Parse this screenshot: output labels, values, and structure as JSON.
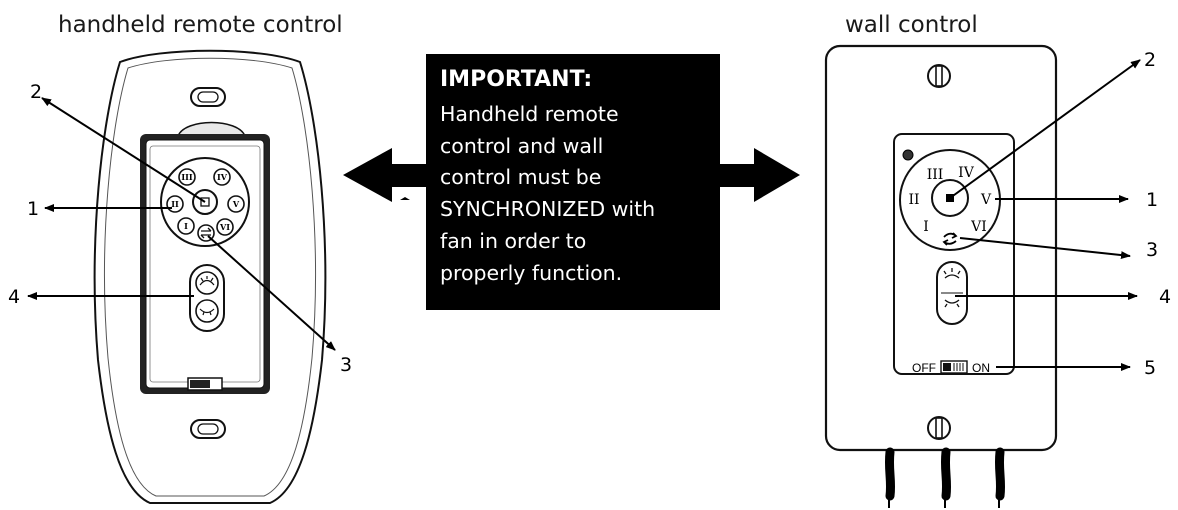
{
  "handheld": {
    "title": "handheld remote control",
    "speed_labels": [
      "III",
      "IV",
      "II",
      "V",
      "I",
      "VI"
    ],
    "callouts": [
      "1",
      "2",
      "3",
      "4"
    ]
  },
  "wall": {
    "title": "wall control",
    "speed_labels": [
      "III",
      "IV",
      "II",
      "V",
      "I",
      "VI"
    ],
    "switch_off": "OFF",
    "switch_on": "ON",
    "callouts": [
      "1",
      "2",
      "3",
      "4",
      "5"
    ]
  },
  "notice": {
    "heading": "IMPORTANT:",
    "lines": [
      "Handheld remote",
      "control and wall",
      "control must be",
      "SYNCHRONIZED with",
      "fan in order to",
      "properly function."
    ]
  }
}
